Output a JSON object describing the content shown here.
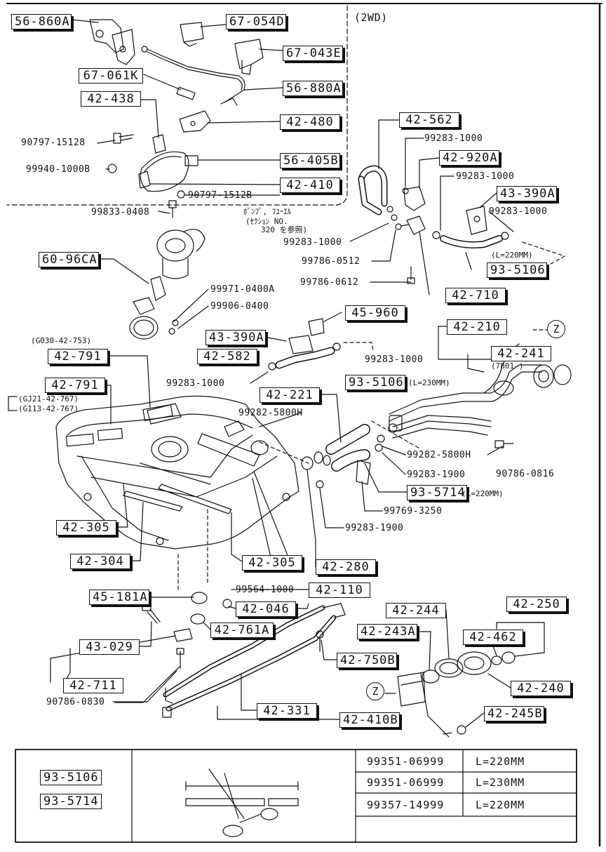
{
  "header": {
    "variant": "(2WD)"
  },
  "parts": [
    {
      "key": "p56860A",
      "text": "56-860A"
    },
    {
      "key": "p67054D",
      "text": "67-054D"
    },
    {
      "key": "p67043E",
      "text": "67-043E"
    },
    {
      "key": "p67061K",
      "text": "67-061K"
    },
    {
      "key": "p42438",
      "text": "42-438"
    },
    {
      "key": "p56880A",
      "text": "56-880A"
    },
    {
      "key": "p42480",
      "text": "42-480"
    },
    {
      "key": "p56405B",
      "text": "56-405B"
    },
    {
      "key": "p42410",
      "text": "42-410"
    },
    {
      "key": "p42562",
      "text": "42-562"
    },
    {
      "key": "p42920A",
      "text": "42-920A"
    },
    {
      "key": "p43390A_r",
      "text": "43-390A"
    },
    {
      "key": "p935106_r",
      "text": "93-5106"
    },
    {
      "key": "p42710",
      "text": "42-710"
    },
    {
      "key": "p60960A",
      "text": "60-96CA"
    },
    {
      "key": "p45960",
      "text": "45-960"
    },
    {
      "key": "p43390A_c",
      "text": "43-390A"
    },
    {
      "key": "p42582",
      "text": "42-582"
    },
    {
      "key": "p42210",
      "text": "42-210"
    },
    {
      "key": "p42241",
      "text": "42-241"
    },
    {
      "key": "p42791a",
      "text": "42-791"
    },
    {
      "key": "p42791b",
      "text": "42-791"
    },
    {
      "key": "p935106_c",
      "text": "93-5106"
    },
    {
      "key": "p42221",
      "text": "42-221"
    },
    {
      "key": "p935714_c",
      "text": "93-5714"
    },
    {
      "key": "p42305a",
      "text": "42-305"
    },
    {
      "key": "p42304",
      "text": "42-304"
    },
    {
      "key": "p42305b",
      "text": "42-305"
    },
    {
      "key": "p42280",
      "text": "42-280"
    },
    {
      "key": "p42110",
      "text": "42-110"
    },
    {
      "key": "p45181A",
      "text": "45-181A"
    },
    {
      "key": "p42046",
      "text": "42-046"
    },
    {
      "key": "p42761A",
      "text": "42-761A"
    },
    {
      "key": "p42244",
      "text": "42-244"
    },
    {
      "key": "p42250",
      "text": "42-250"
    },
    {
      "key": "p42243A",
      "text": "42-243A"
    },
    {
      "key": "p42462",
      "text": "42-462"
    },
    {
      "key": "p43029",
      "text": "43-029"
    },
    {
      "key": "p42750B",
      "text": "42-750B"
    },
    {
      "key": "p42711",
      "text": "42-711"
    },
    {
      "key": "p42240",
      "text": "42-240"
    },
    {
      "key": "p42331",
      "text": "42-331"
    },
    {
      "key": "p42410B",
      "text": "42-410B"
    },
    {
      "key": "p42245B",
      "text": "42-245B"
    }
  ],
  "numbers": [
    {
      "key": "n90797a",
      "text": "90797-15128"
    },
    {
      "key": "n99940",
      "text": "99940-1000B"
    },
    {
      "key": "n90797b",
      "text": "90797-1512B"
    },
    {
      "key": "n99833",
      "text": "99833-0408"
    },
    {
      "key": "n99283a",
      "text": "99283-1000"
    },
    {
      "key": "n99283b",
      "text": "99283-1000"
    },
    {
      "key": "n99283c",
      "text": "99283-1000"
    },
    {
      "key": "n99283d",
      "text": "99283-1000"
    },
    {
      "key": "n99786a",
      "text": "99786-0512"
    },
    {
      "key": "n99786b",
      "text": "99786-0612"
    },
    {
      "key": "n99971",
      "text": "99971-0400A"
    },
    {
      "key": "n99906",
      "text": "99906-0400"
    },
    {
      "key": "n99283e",
      "text": "99283-1000"
    },
    {
      "key": "n99283f",
      "text": "99283-1000"
    },
    {
      "key": "n99282a",
      "text": "99282-5800H"
    },
    {
      "key": "n99282b",
      "text": "99282-5800H"
    },
    {
      "key": "n99283g",
      "text": "99283-1900"
    },
    {
      "key": "n90786a",
      "text": "90786-0816"
    },
    {
      "key": "n99769",
      "text": "99769-3250"
    },
    {
      "key": "n99283h",
      "text": "99283-1900"
    },
    {
      "key": "n99564",
      "text": "99564-1000"
    },
    {
      "key": "n90786b",
      "text": "90786-0830"
    }
  ],
  "notes": {
    "pump_ref1": "ﾎﾟﾝﾌﾟ, ﾌﾕｰｴﾙ",
    "pump_ref2": "(ｾｸｼｮﾝ NO.",
    "pump_ref3": "320 を参照)",
    "len_220_r": "(L=220MM)",
    "len_230_c": "(L=230MM)",
    "len_220_c": "(L=220MM)",
    "g030": "(G030-42-753)",
    "gj21": "(GJ21-42-767)",
    "g113": "(G113-42-767)",
    "l7801": "(7801-)",
    "z_top": "Z",
    "z_bottom": "Z"
  },
  "table": {
    "parts": [
      "93-5106",
      "93-5714"
    ],
    "rows": [
      {
        "number": "99351-06999",
        "length": "L=220MM"
      },
      {
        "number": "99351-06999",
        "length": "L=230MM"
      },
      {
        "number": "99357-14999",
        "length": "L=220MM"
      }
    ]
  }
}
